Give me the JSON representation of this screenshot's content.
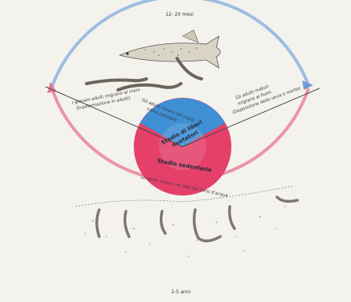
{
  "figure": {
    "top_label": "12- 20 mesi",
    "bottom_label": "2-5 anni",
    "left_text_line1": "I giovani adulti migrano al mare",
    "left_text_line2": "(trasformazione in adulti)",
    "center_left_text_line1": "Gli adulti vivono nel mare",
    "center_left_text_line2": "come parassiti",
    "right_text_line1": "Gli adulti maturi",
    "right_text_line2": "migrano ai fiumi",
    "right_text_line3": "(Deposizione delle uova e morte)",
    "inner_top_label_line1": "Stadio di liberi",
    "inner_top_label_line2": "nuotatori",
    "inner_bottom_label": "Stadio sedentario",
    "larvae_text": "Le larve vivono nei letti dei corsi d'acqua",
    "colors": {
      "arc_top": "#7ba6d6",
      "arc_bottom": "#e57a92",
      "disc_top": "#3a83c9",
      "disc_bottom": "#e23a62"
    }
  }
}
